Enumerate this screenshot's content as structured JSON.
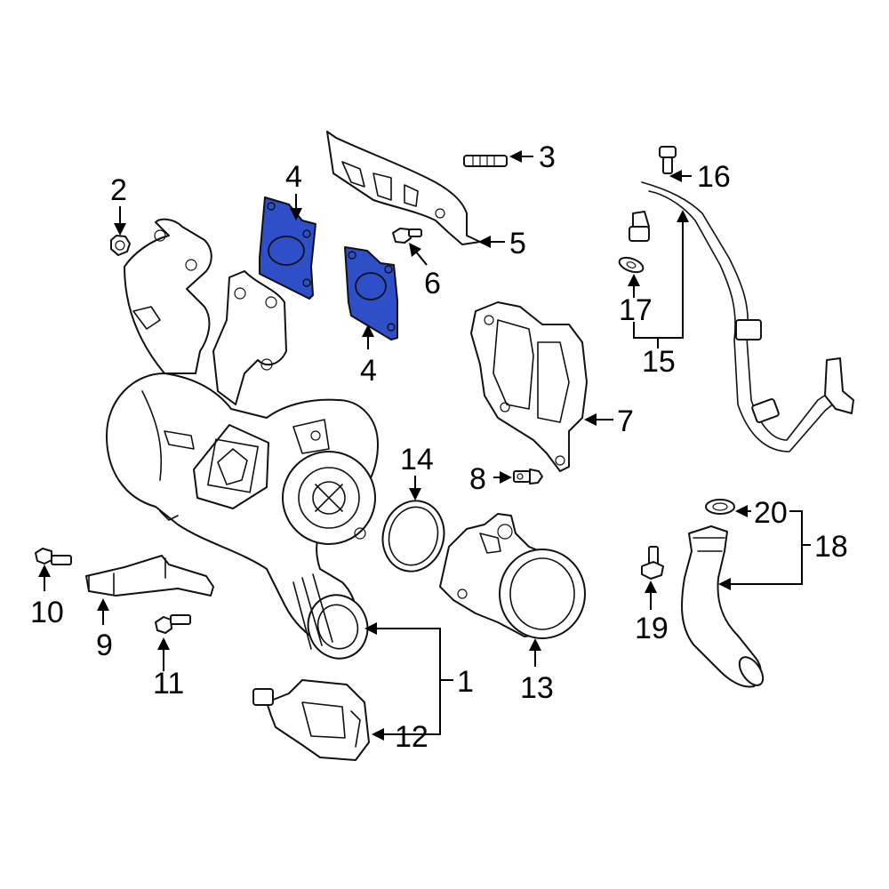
{
  "diagram": {
    "highlight_color": "#2f4fc9",
    "callouts": [
      {
        "id": "1",
        "label": "1"
      },
      {
        "id": "2",
        "label": "2"
      },
      {
        "id": "3",
        "label": "3"
      },
      {
        "id": "4a",
        "label": "4"
      },
      {
        "id": "4b",
        "label": "4"
      },
      {
        "id": "5",
        "label": "5"
      },
      {
        "id": "6",
        "label": "6"
      },
      {
        "id": "7",
        "label": "7"
      },
      {
        "id": "8",
        "label": "8"
      },
      {
        "id": "9",
        "label": "9"
      },
      {
        "id": "10",
        "label": "10"
      },
      {
        "id": "11",
        "label": "11"
      },
      {
        "id": "12",
        "label": "12"
      },
      {
        "id": "13",
        "label": "13"
      },
      {
        "id": "14",
        "label": "14"
      },
      {
        "id": "15",
        "label": "15"
      },
      {
        "id": "16",
        "label": "16"
      },
      {
        "id": "17",
        "label": "17"
      },
      {
        "id": "18",
        "label": "18"
      },
      {
        "id": "19",
        "label": "19"
      },
      {
        "id": "20",
        "label": "20"
      }
    ]
  }
}
